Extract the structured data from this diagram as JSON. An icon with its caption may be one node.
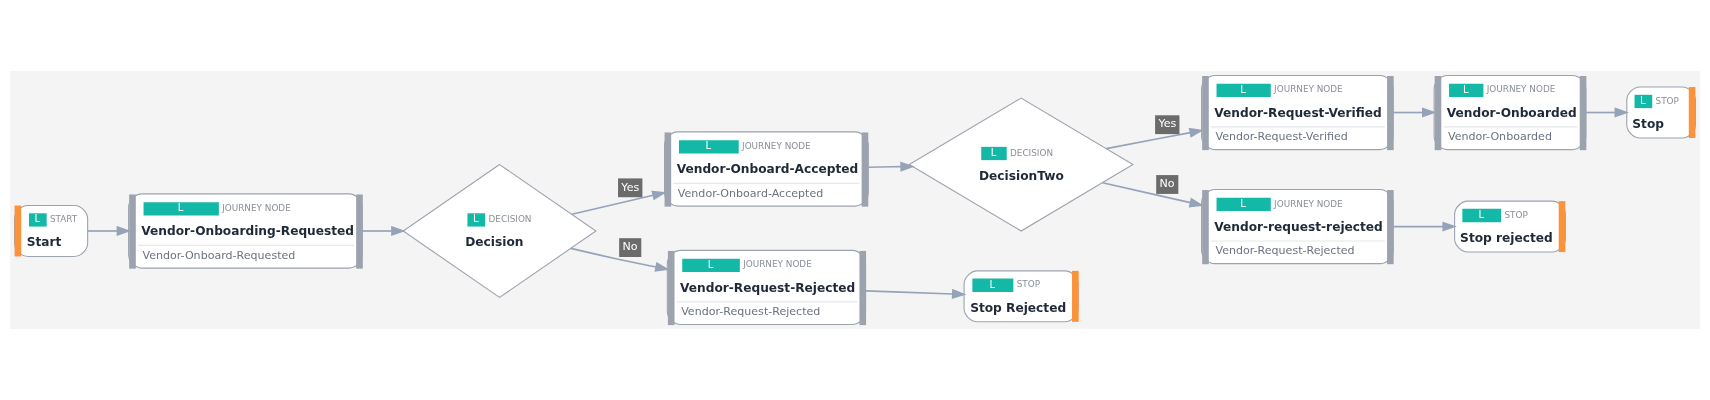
{
  "diagram": {
    "nodes": [
      {
        "text": [
          "L",
          "START",
          "Start"
        ]
      },
      {
        "text": [
          "L",
          "JOURNEY NODE",
          "Vendor-Onboarding-Requested",
          "Vendor-Onboard-Requested"
        ]
      },
      {
        "text": [
          "L",
          "DECISION",
          "Decision"
        ]
      },
      {
        "text": [
          "L",
          "JOURNEY NODE",
          "Vendor-Onboard-Accepted",
          "Vendor-Onboard-Accepted"
        ]
      },
      {
        "text": [
          "L",
          "JOURNEY NODE",
          "Vendor-Request-Rejected",
          "Vendor-Request-Rejected"
        ]
      },
      {
        "text": [
          "L",
          "STOP",
          "Stop Rejected"
        ]
      },
      {
        "text": [
          "L",
          "DECISION",
          "DecisionTwo"
        ]
      },
      {
        "text": [
          "L",
          "JOURNEY NODE",
          "Vendor-Request-Verified",
          "Vendor-Request-Verified"
        ]
      },
      {
        "text": [
          "L",
          "JOURNEY NODE",
          "Vendor-Onboarded",
          "Vendor-Onboarded"
        ]
      },
      {
        "text": [
          "L",
          "STOP",
          "Stop"
        ]
      },
      {
        "text": [
          "L",
          "JOURNEY NODE",
          "Vendor-request-rejected",
          "Vendor-Request-Rejected"
        ]
      },
      {
        "text": [
          "L",
          "STOP",
          "Stop rejected"
        ]
      }
    ],
    "edges": [
      {
        "from": 0,
        "to": 1,
        "arrow": "to"
      },
      {
        "from": 1,
        "to": 2,
        "arrow": "to"
      },
      {
        "from": 2,
        "to": 3,
        "arrow": "to",
        "label": "Yes"
      },
      {
        "from": 2,
        "to": 4,
        "arrow": "to",
        "label": "No"
      },
      {
        "from": 4,
        "to": 5,
        "arrow": "to"
      },
      {
        "from": 3,
        "to": 6,
        "arrow": "to"
      },
      {
        "from": 6,
        "to": 7,
        "arrow": "to",
        "label": "Yes"
      },
      {
        "from": 6,
        "to": 10,
        "arrow": "to",
        "label": "No"
      },
      {
        "from": 7,
        "to": 8,
        "arrow": "to"
      },
      {
        "from": 8,
        "to": 9,
        "arrow": "to"
      },
      {
        "from": 10,
        "to": 11,
        "arrow": "to"
      }
    ]
  }
}
